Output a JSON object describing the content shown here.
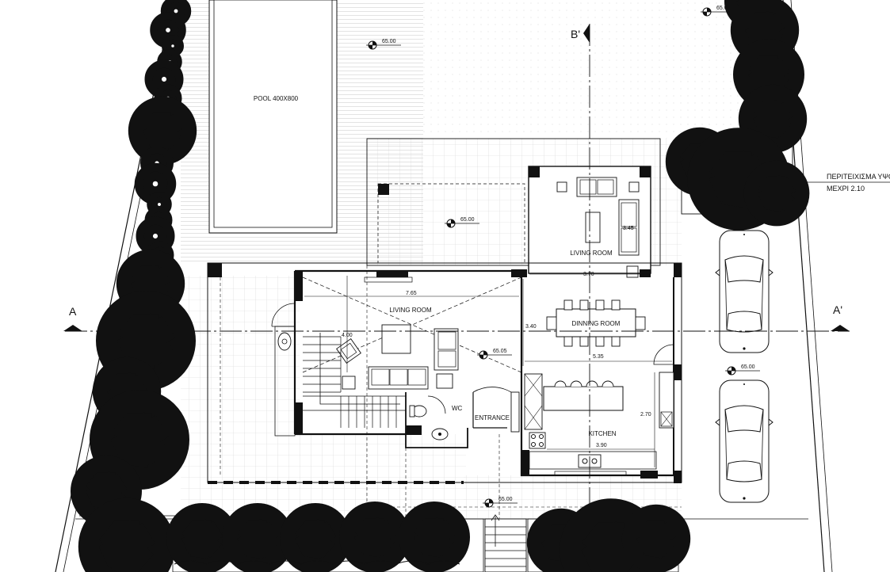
{
  "labels": {
    "pool": "POOL 400X800",
    "living_room_main": "LIVING ROOM",
    "living_room_upper": "LIVING ROOM",
    "dining_room": "DINNING ROOM",
    "kitchen": "KITCHEN",
    "entrance": "ENTRANCE",
    "wc": "WC",
    "fence_note_line1": "ΠΕΡΙΤΕΙΧΙΣΜΑ ΥΨΟ",
    "fence_note_line2": "ΜΕΧΡΙ 2.10"
  },
  "section_marks": {
    "a_left": "A",
    "a_right": "A'",
    "b_top": "B'"
  },
  "levels": {
    "pool_deck": "65.00",
    "top_right": "65.00",
    "terrace": "65.00",
    "interior": "65.05",
    "bottom": "65.00",
    "parking": "65.00"
  },
  "dimensions": {
    "living_width": "7.65",
    "living_depth": "4.00",
    "dining_depth": "3.40",
    "upper_living_width": "3.70",
    "upper_living_depth": "3.45",
    "dining_width": "5.35",
    "kitchen_depth": "2.70",
    "kitchen_width": "3.90"
  }
}
